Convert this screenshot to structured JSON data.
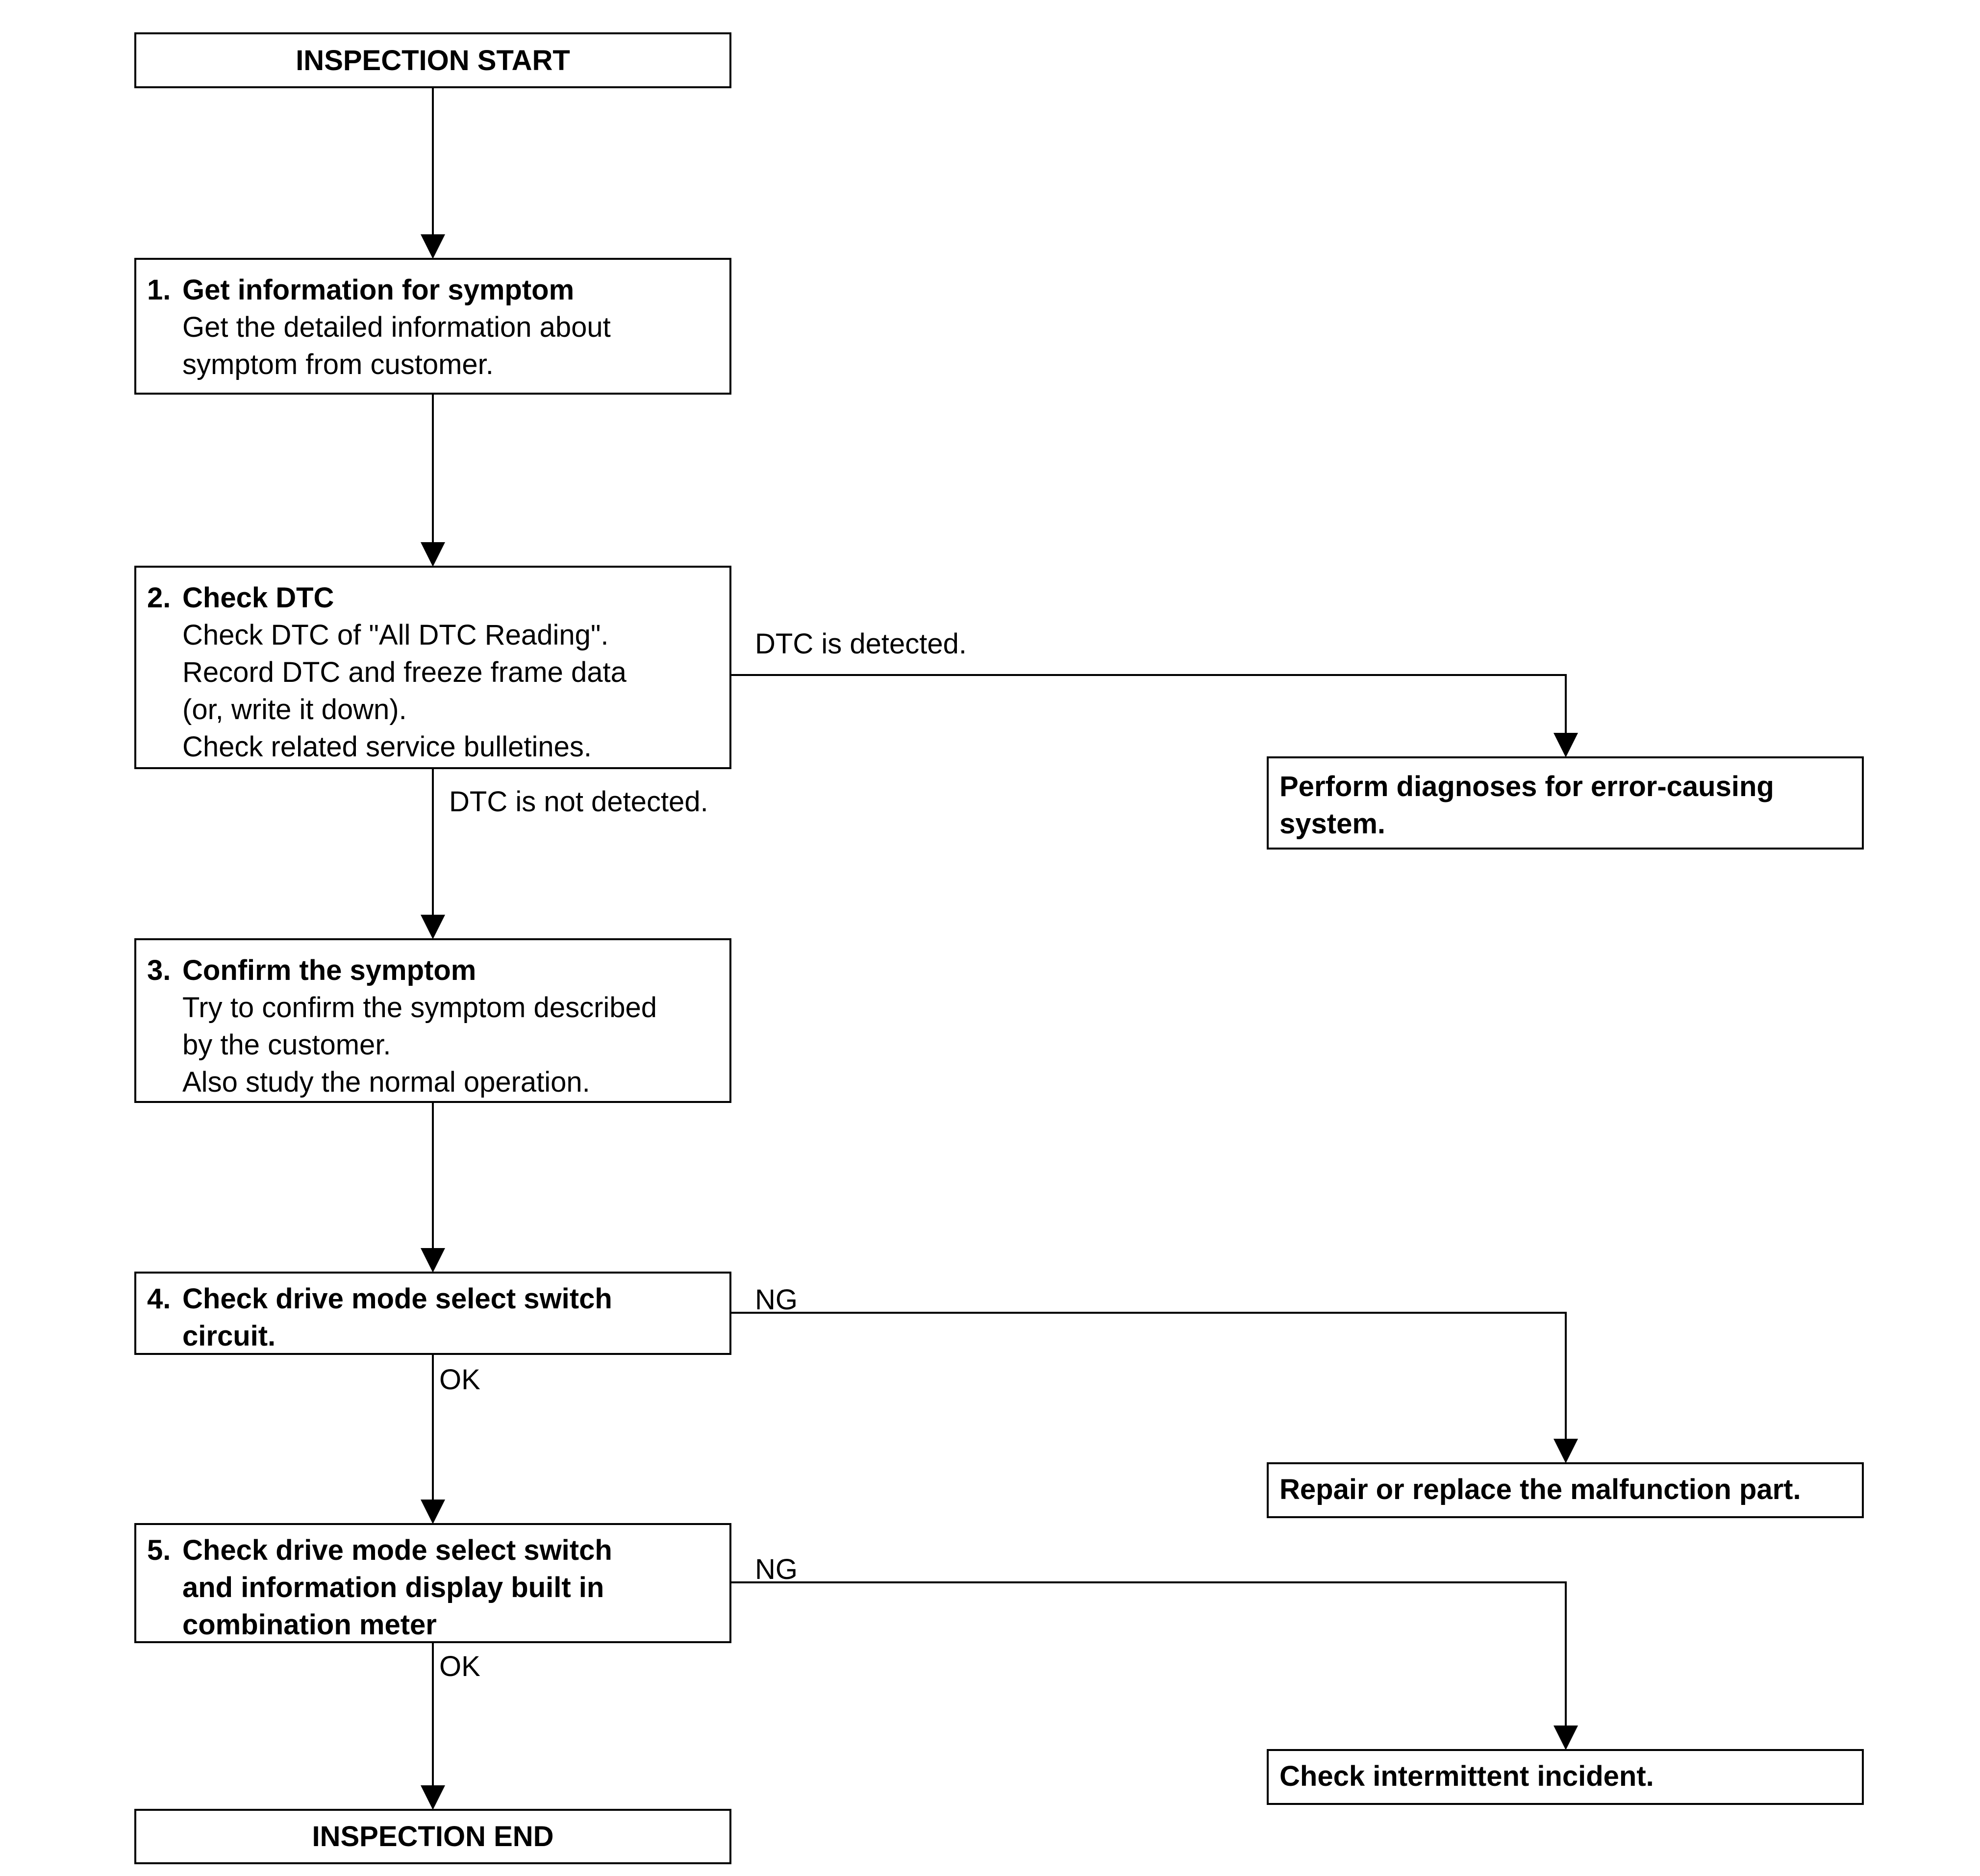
{
  "start": "INSPECTION START",
  "end": "INSPECTION END",
  "steps": [
    {
      "num": "1.",
      "title": "Get information for symptom",
      "lines": [
        "Get the detailed information about",
        "symptom from customer."
      ]
    },
    {
      "num": "2.",
      "title": "Check DTC",
      "lines": [
        "Check DTC of \"All DTC Reading\".",
        "Record DTC and freeze frame data",
        "(or, write it down).",
        "Check related service bulletines."
      ]
    },
    {
      "num": "3.",
      "title": "Confirm the symptom",
      "lines": [
        "Try to confirm the symptom described",
        "by the customer.",
        "Also study the normal operation."
      ]
    },
    {
      "num": "4.",
      "title": "Check drive mode select switch",
      "lines": [
        "circuit."
      ]
    },
    {
      "num": "5.",
      "title": "Check drive mode select switch",
      "lines": [
        "and information display built in",
        "combination meter"
      ]
    }
  ],
  "results": {
    "dtc": [
      "Perform diagnoses for error-causing",
      "system."
    ],
    "repair": "Repair or replace the malfunction part.",
    "intermittent": "Check intermittent incident."
  },
  "labels": {
    "dtc_detected": "DTC is detected.",
    "dtc_not_detected": "DTC is not detected.",
    "ng4": "NG",
    "ok4": "OK",
    "ng5": "NG",
    "ok5": "OK"
  }
}
